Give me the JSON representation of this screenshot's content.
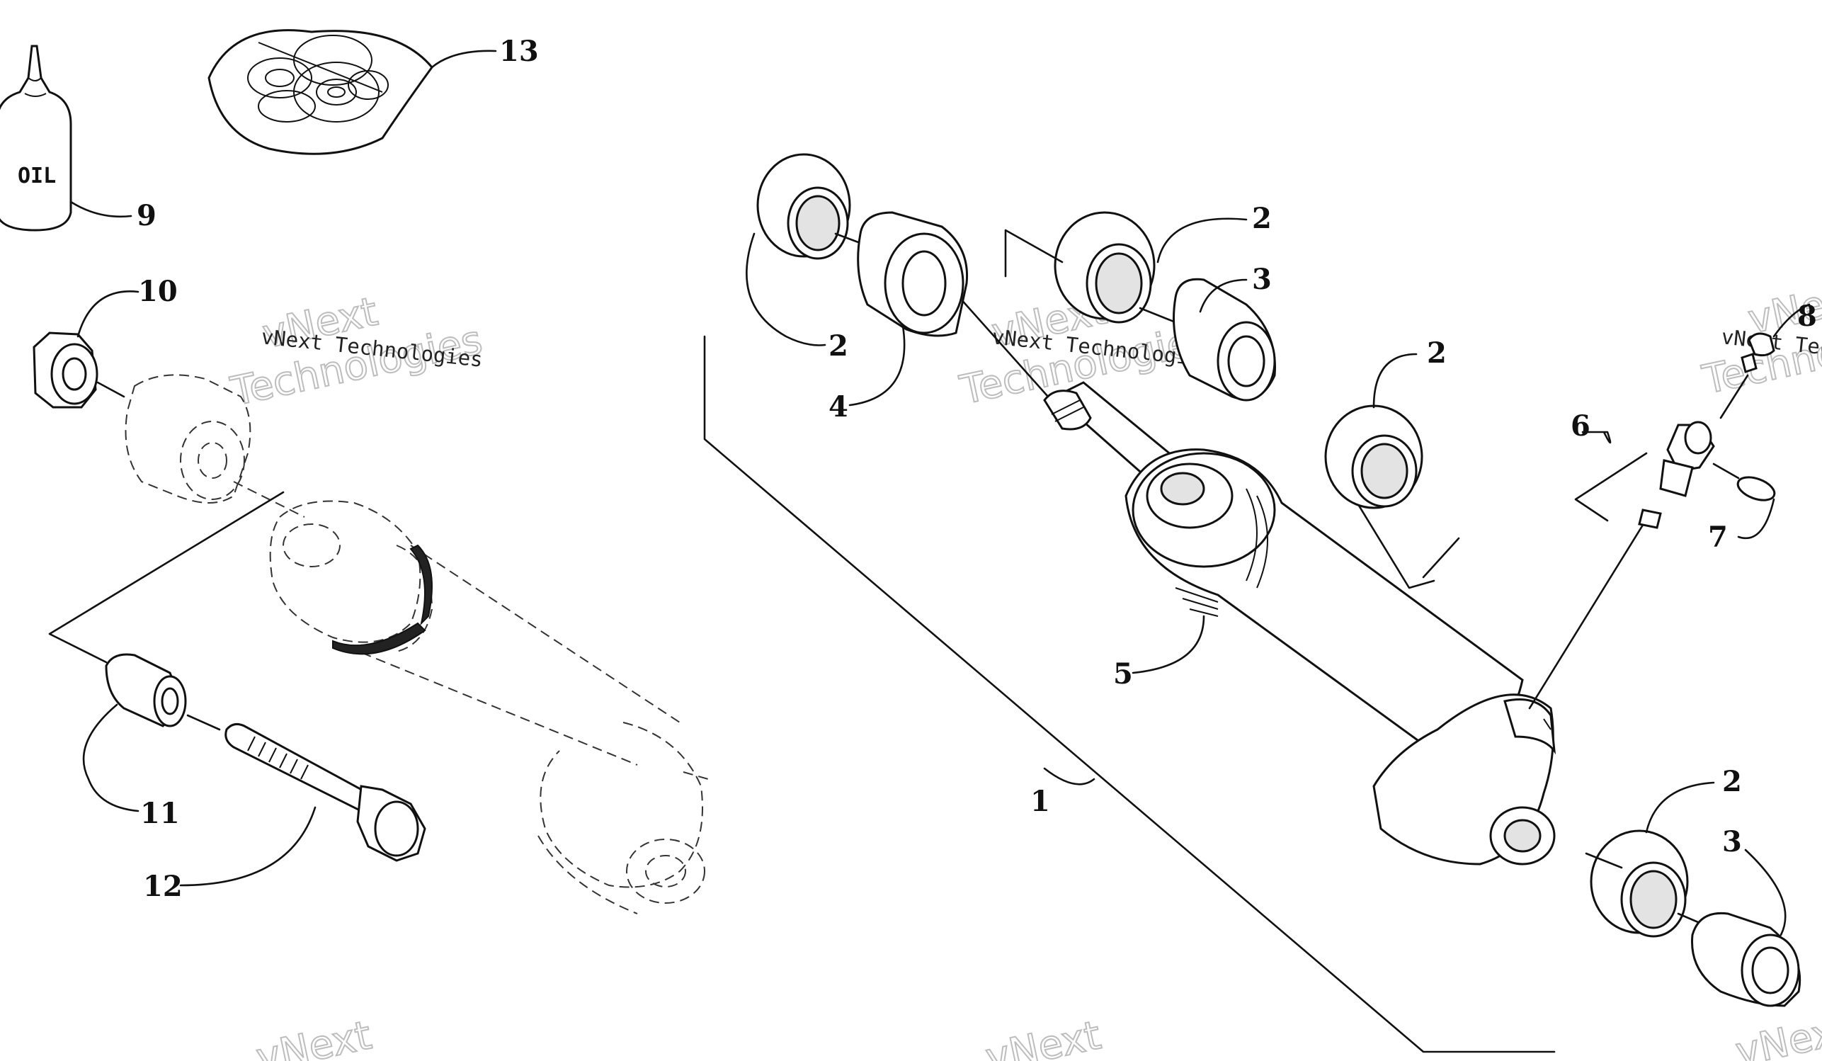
{
  "diagram": {
    "bottle_label": "OIL",
    "callouts": [
      {
        "id": "c1",
        "label": "1"
      },
      {
        "id": "c2a",
        "label": "2"
      },
      {
        "id": "c2b",
        "label": "2"
      },
      {
        "id": "c2c",
        "label": "2"
      },
      {
        "id": "c2d",
        "label": "2"
      },
      {
        "id": "c3a",
        "label": "3"
      },
      {
        "id": "c3b",
        "label": "3"
      },
      {
        "id": "c4",
        "label": "4"
      },
      {
        "id": "c5",
        "label": "5"
      },
      {
        "id": "c6",
        "label": "6"
      },
      {
        "id": "c7",
        "label": "7"
      },
      {
        "id": "c8",
        "label": "8"
      },
      {
        "id": "c9",
        "label": "9"
      },
      {
        "id": "c10",
        "label": "10"
      },
      {
        "id": "c11",
        "label": "11"
      },
      {
        "id": "c12",
        "label": "12"
      },
      {
        "id": "c13",
        "label": "13"
      }
    ],
    "watermark": {
      "small": "vNext Technologies",
      "big_top": "vNext",
      "big_bottom": "Technologies"
    }
  }
}
